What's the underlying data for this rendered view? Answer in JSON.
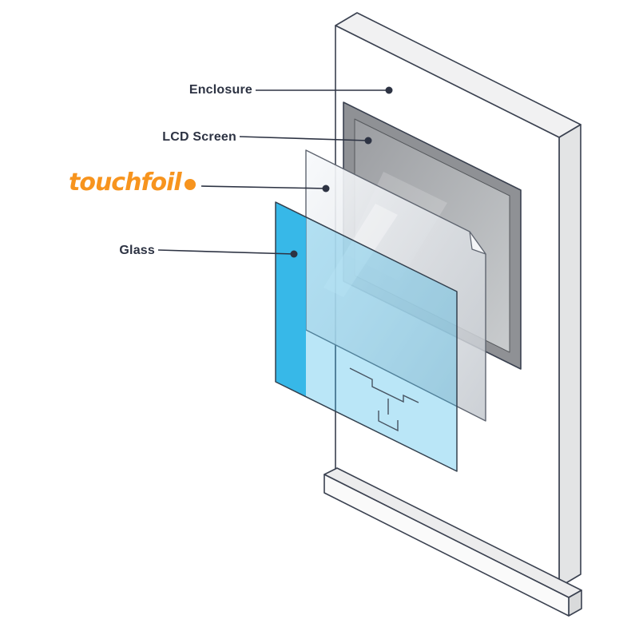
{
  "page": {
    "background": "#ffffff"
  },
  "labels": {
    "enclosure": {
      "text": "Enclosure",
      "points_to": "enclosure"
    },
    "lcd_screen": {
      "text": "LCD Screen",
      "points_to": "lcd-screen"
    },
    "touchfoil": {
      "text": "touchfoil",
      "points_to": "touchfoil-sheet"
    },
    "glass": {
      "text": "Glass",
      "points_to": "glass-sheet"
    }
  },
  "colors": {
    "label_text": "#2d3343",
    "leader_line": "#2d3343",
    "logo_orange": "#f7941e",
    "glass_blue": "#2cb5e8",
    "glass_blue_pale": "#a9ddf2",
    "lcd_bezel_gray": "#8f9195",
    "screen_gray": "#b9bcbf",
    "enclosure_fill": "#ffffff",
    "enclosure_side": "#e3e4e5",
    "outline": "#3a4150"
  }
}
